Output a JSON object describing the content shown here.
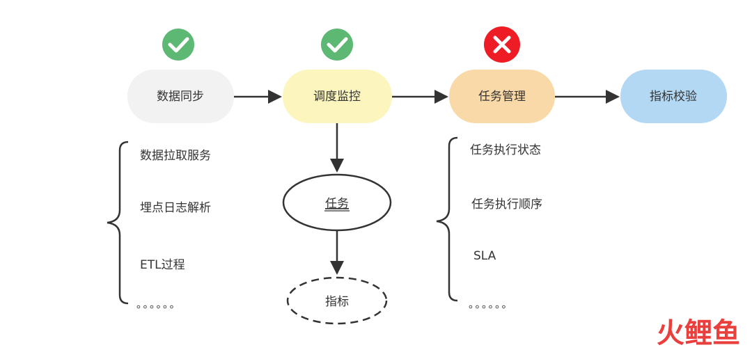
{
  "stages": [
    {
      "label": "数据同步",
      "status": "ok"
    },
    {
      "label": "调度监控",
      "status": "ok"
    },
    {
      "label": "任务管理",
      "status": "error"
    },
    {
      "label": "指标校验",
      "status": ""
    }
  ],
  "left_list": [
    "数据拉取服务",
    "埋点日志解析",
    "ETL过程",
    "。。。。。。"
  ],
  "right_list": [
    "任务执行状态",
    "任务执行顺序",
    "SLA",
    "。。。。。。"
  ],
  "task_node": "任务",
  "metric_node": "指标",
  "watermark": "火鲤鱼",
  "colors": {
    "ok": "#5cb873",
    "error": "#ee1c24",
    "stage1": "#f2f2f2",
    "stage2": "#fcf6be",
    "stage3": "#fad9a8",
    "stage4": "#b3d8f4",
    "line": "#333333"
  }
}
